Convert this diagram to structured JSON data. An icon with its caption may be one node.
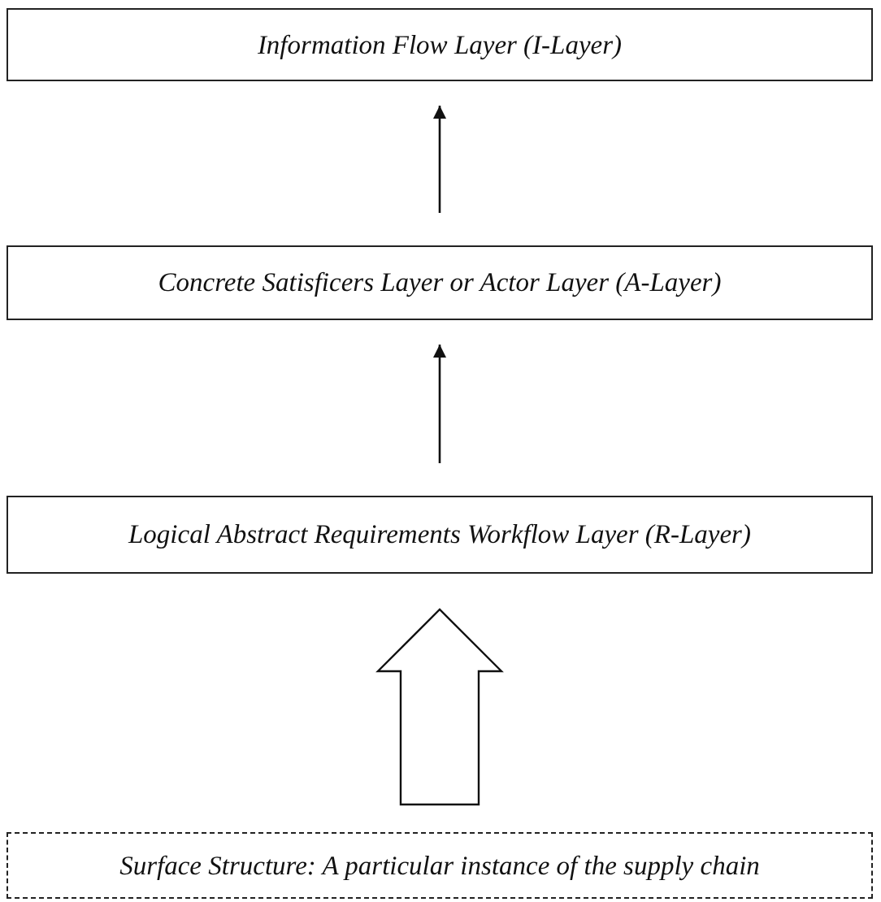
{
  "diagram": {
    "nodes": [
      {
        "text": [
          "Information Flow Layer (I-Layer)"
        ]
      },
      {
        "text": [
          "Concrete Satisficers Layer or Actor Layer (A-Layer)"
        ]
      },
      {
        "text": [
          "Logical Abstract Requirements Workflow Layer (R-Layer)"
        ]
      },
      {
        "text": [
          "Surface Structure: A particular instance of the supply chain"
        ]
      }
    ],
    "edges": [
      {
        "from": 1,
        "to": 0,
        "arrow": "to"
      },
      {
        "from": 2,
        "to": 1,
        "arrow": "to"
      },
      {
        "from": 3,
        "to": 2,
        "arrow": "to",
        "style": "thick"
      }
    ]
  }
}
